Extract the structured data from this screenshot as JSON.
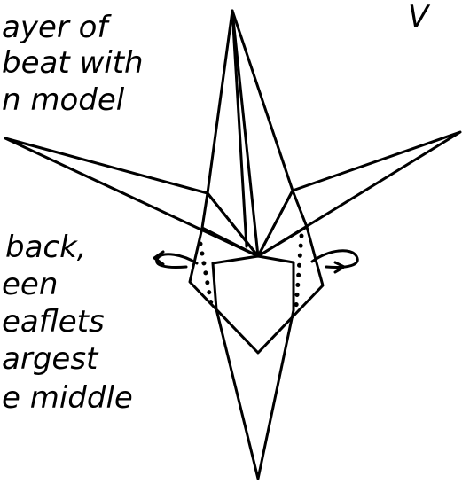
{
  "text_left": {
    "lines": [
      "ayer of",
      "beat with",
      "n model",
      "back,",
      "een",
      "eaflets",
      "argest",
      "e middle"
    ]
  },
  "text_right": {
    "fragment": "V"
  },
  "diagram": {
    "ink_color": "#000000",
    "paper_color": "#ffffff"
  }
}
